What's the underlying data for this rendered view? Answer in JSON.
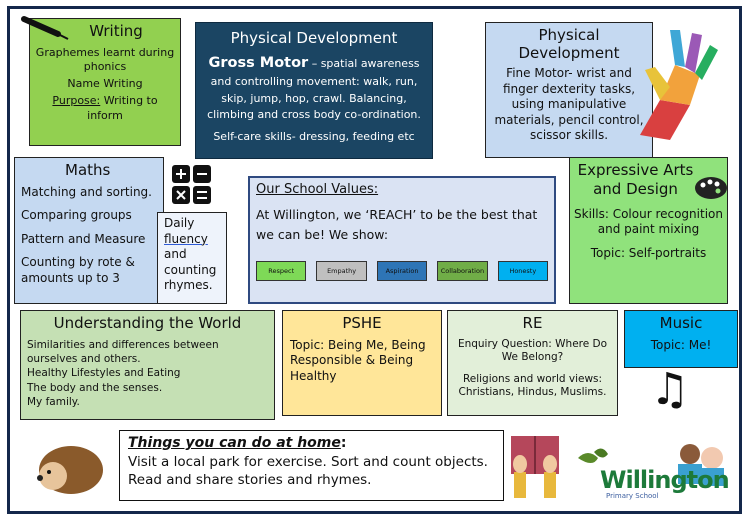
{
  "writing": {
    "title": "Writing",
    "line1": "Graphemes learnt during phonics",
    "line2": "Name Writing",
    "purpose_label": "Purpose:",
    "purpose_text": " Writing to inform"
  },
  "physical_gross": {
    "title": "Physical Development",
    "subtitle": "Gross Motor",
    "text": " – spatial awareness and controlling movement: walk, run, skip, jump, hop, crawl. Balancing, climbing and cross body co-ordination.",
    "selfcare": "Self-care skills- dressing, feeding etc"
  },
  "physical_fine": {
    "title": "Physical Development",
    "text": "Fine Motor- wrist and finger dexterity tasks, using manipulative materials, pencil control, scissor skills."
  },
  "maths": {
    "title": "Maths",
    "items": [
      "Matching and sorting.",
      "Comparing groups",
      "Pattern and Measure",
      "Counting by rote & amounts up to 3"
    ]
  },
  "fluency": {
    "pre": "Daily ",
    "word": "fluency",
    "post": " and counting rhymes."
  },
  "values": {
    "title": "Our School Values:",
    "text": "At Willington, we ‘REACH’ to be the best that we can be! We show:",
    "items": [
      {
        "label": "Respect",
        "color": "#7ed957"
      },
      {
        "label": "Empathy",
        "color": "#bfbfbf"
      },
      {
        "label": "Aspiration",
        "color": "#2e75b6"
      },
      {
        "label": "Collaboration",
        "color": "#70ad47"
      },
      {
        "label": "Honesty",
        "color": "#00b0f0"
      }
    ]
  },
  "arts": {
    "title": "Expressive Arts and Design",
    "skills": "Skills: Colour recognition and paint mixing",
    "topic": "Topic: Self-portraits"
  },
  "world": {
    "title": "Understanding the World",
    "lines": [
      "Similarities and differences between ourselves and others.",
      "Healthy Lifestyles and Eating",
      "The body and the senses.",
      "My family."
    ]
  },
  "pshe": {
    "title": "PSHE",
    "text": "Topic: Being Me, Being Responsible & Being Healthy"
  },
  "re": {
    "title": "RE",
    "question": "Enquiry Question: Where Do We Belong?",
    "religions": "Religions and world views: Christians, Hindus, Muslims."
  },
  "music": {
    "title": "Music",
    "topic": "Topic: Me!"
  },
  "home": {
    "title": "Things you can do at home",
    "colon": ":",
    "text": "Visit a local park for exercise. Sort and count objects. Read and share stories and rhymes."
  },
  "logo": {
    "name": "Willington",
    "sub": "Primary School"
  }
}
